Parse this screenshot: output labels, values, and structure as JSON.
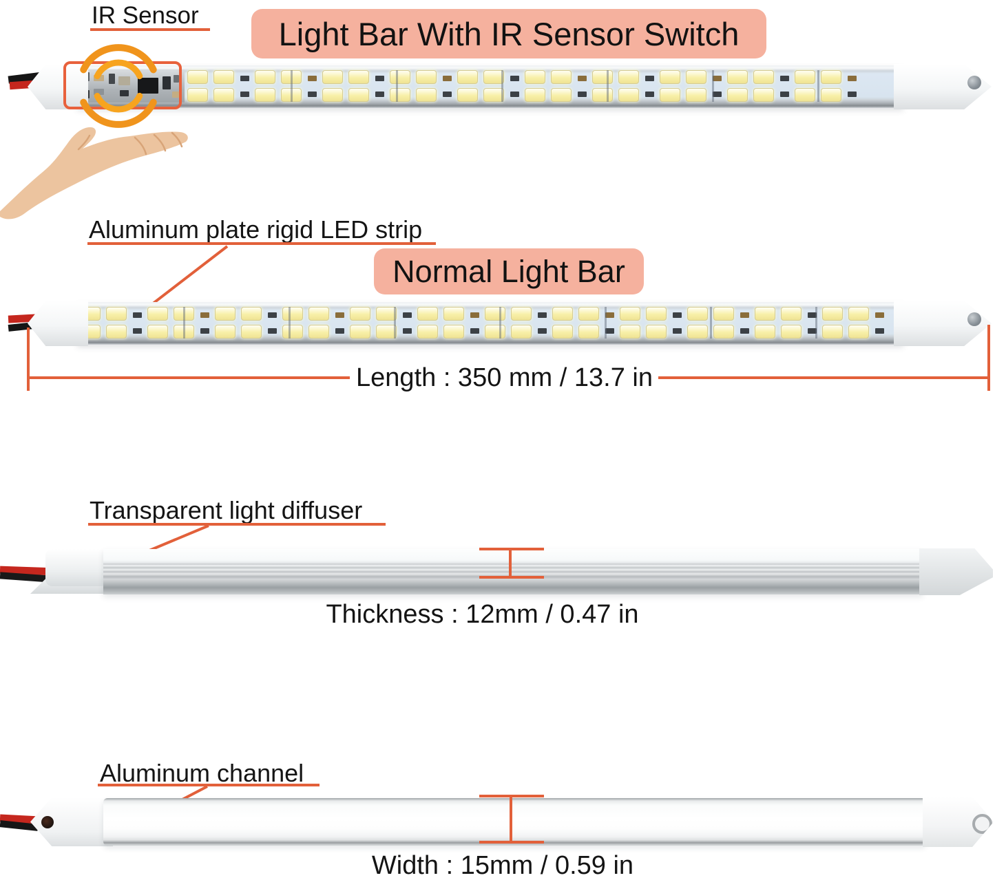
{
  "colors": {
    "title_badge_bg": "#f5b19e",
    "annotation_line": "#e2603a",
    "pointer_dot": "#e8532f",
    "ir_wave_orange": "#f0941c"
  },
  "section_ir": {
    "callout": "IR Sensor",
    "title": "Light Bar With IR Sensor Switch"
  },
  "section_normal": {
    "callout": "Aluminum plate rigid LED strip",
    "title": "Normal Light Bar",
    "dimension": "Length : 350 mm / 13.7 in"
  },
  "section_diffuser": {
    "callout": "Transparent light diffuser",
    "dimension": "Thickness : 12mm / 0.47 in"
  },
  "section_channel": {
    "callout": "Aluminum channel",
    "dimension": "Width : 15mm / 0.59 in"
  }
}
